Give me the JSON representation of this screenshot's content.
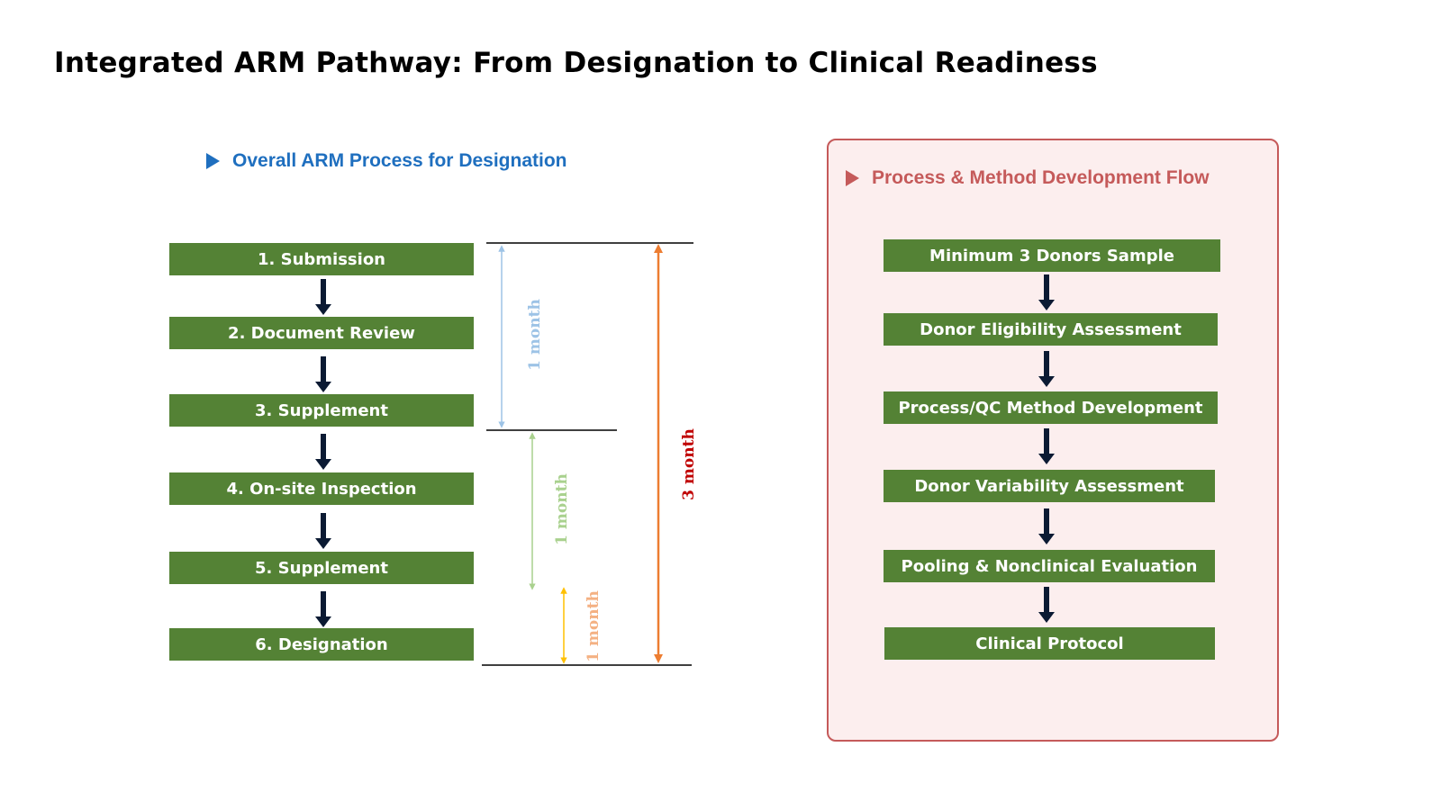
{
  "page": {
    "title": "Integrated ARM Pathway: From Designation to Clinical Readiness"
  },
  "left": {
    "heading": "Overall ARM Process for Designation",
    "heading_color": "#1f6fbf",
    "steps": [
      "1. Submission",
      "2. Document Review",
      "3. Supplement",
      "4. On-site Inspection",
      "5. Supplement",
      "6. Designation"
    ],
    "durations": [
      {
        "label": "1 month",
        "color": "#9dc3e6"
      },
      {
        "label": "1 month",
        "color": "#a9d18e"
      },
      {
        "label": "1 month",
        "color": "#f4b183",
        "arrow_color": "#ffc000"
      },
      {
        "label": "3 month",
        "color": "#c00000",
        "arrow_color": "#ed7d31"
      }
    ]
  },
  "right": {
    "heading": "Process & Method Development Flow",
    "heading_color": "#c55a5a",
    "steps": [
      "Minimum 3 Donors Sample",
      "Donor Eligibility Assessment",
      "Process/QC Method Development",
      "Donor Variability Assessment",
      "Pooling & Nonclinical Evaluation",
      "Clinical Protocol"
    ]
  },
  "colors": {
    "box_fill": "#548235",
    "arrow_fill": "#0b1a33",
    "panel_fill": "#fceeee",
    "panel_border": "#c55a5a"
  }
}
